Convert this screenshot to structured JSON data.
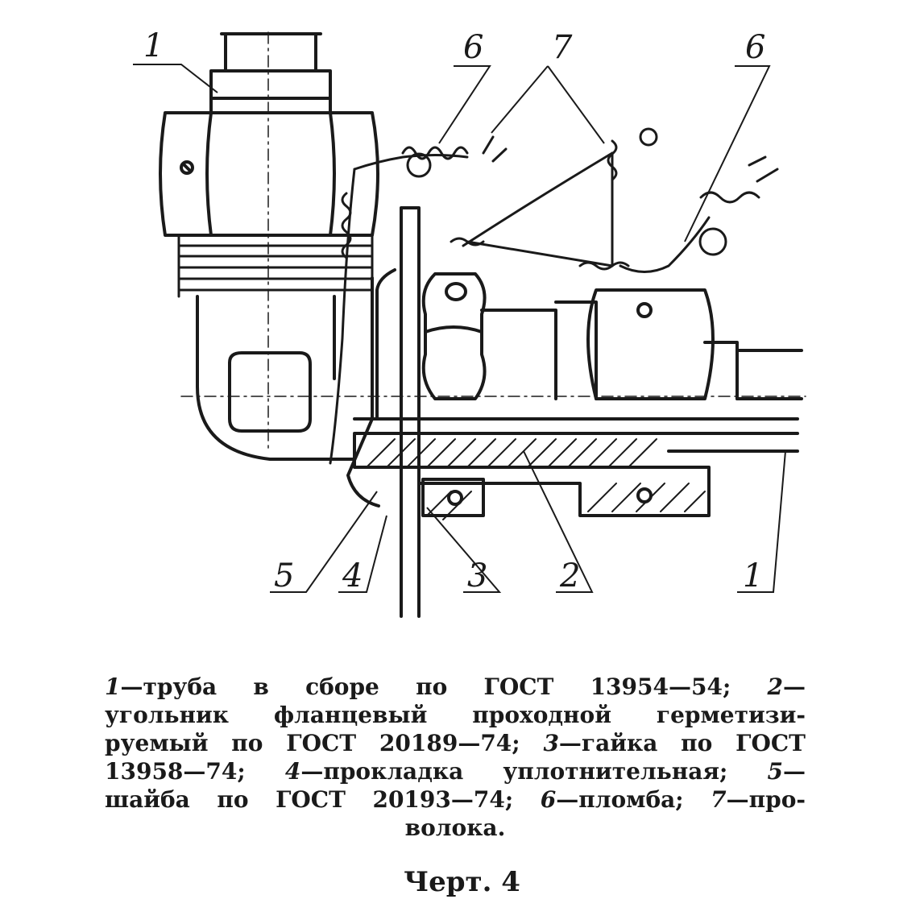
{
  "labels": {
    "top_left": "1",
    "seal_left": "6",
    "wire": "7",
    "seal_right": "6",
    "bottom_5": "5",
    "bottom_4": "4",
    "bottom_3": "3",
    "bottom_2": "2",
    "bottom_1": "1"
  },
  "legend": {
    "line1": [
      "1",
      "—труба   в сборе по ГОСТ 13954—54; ",
      "2",
      "—"
    ],
    "line2": "угольник   фланцевый проходной герметизи-",
    "line3": [
      "руемый по ГОСТ 20189—74; ",
      "3",
      "—гайка по ГОСТ"
    ],
    "line4": [
      "13958—74; ",
      "4",
      "—прокладка  уплотнительная; ",
      "5",
      "—"
    ],
    "line5": [
      "шайба по ГОСТ 20193—74; ",
      "6",
      "—пломба; ",
      "7",
      "—про-"
    ],
    "line6": "волока."
  },
  "figure_title": "Черт. 4"
}
